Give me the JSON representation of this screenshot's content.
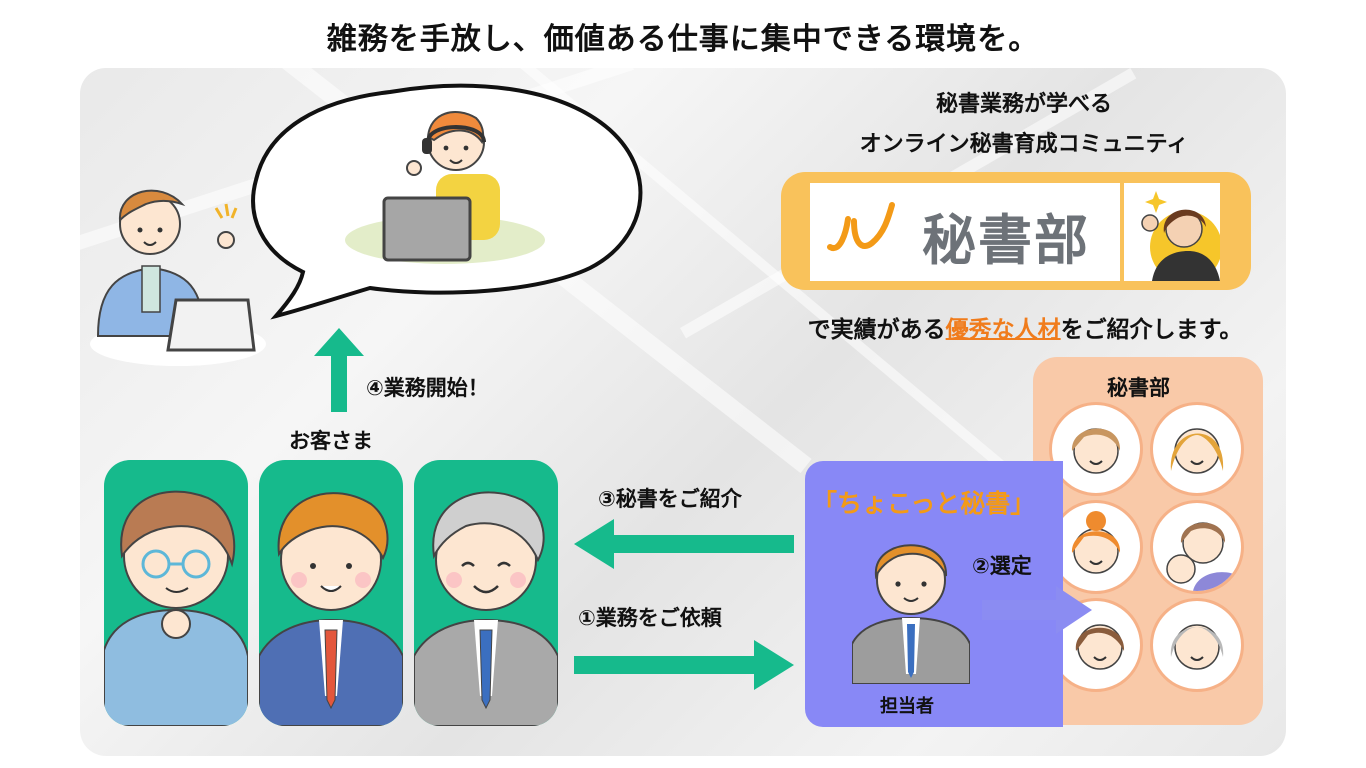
{
  "header": {
    "title": "雑務を手放し、価値ある仕事に集中できる環境を。"
  },
  "promo": {
    "line1": "秘書業務が学べる",
    "line2": "オンライン秘書育成コミュニティ",
    "logo_text": "秘書部",
    "tagline_pre": "で実績がある",
    "tagline_em": "優秀な人材",
    "tagline_post": "をご紹介します。"
  },
  "flow": {
    "step1": "①業務をご依頼",
    "step2": "②選定",
    "step3": "③秘書をご紹介",
    "step4": "④業務開始！"
  },
  "labels": {
    "customers": "お客さま",
    "service_name": "「ちょこっと秘書」",
    "manager": "担当者",
    "team_title": "秘書部"
  },
  "colors": {
    "green": "#16ba8c",
    "orange": "#f07c1c",
    "logo_frame": "#f9c25b",
    "staff_bg": "#8888f6",
    "team_bg": "#f9c9a8"
  }
}
